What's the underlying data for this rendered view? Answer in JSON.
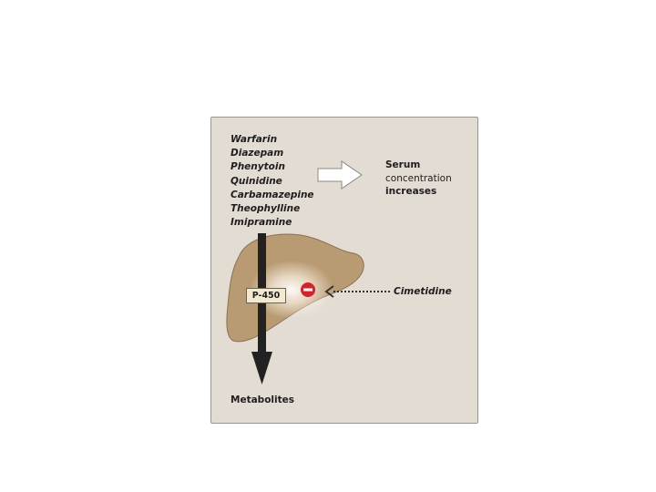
{
  "diagram": {
    "substrates": [
      "Warfarin",
      "Diazepam",
      "Phenytoin",
      "Quinidine",
      "Carbamazepine",
      "Theophylline",
      "Imipramine"
    ],
    "result": {
      "line1": "Serum",
      "line2": "concentration",
      "line3": "increases"
    },
    "enzyme": "P-450",
    "inhibitor": "Cimetidine",
    "output": "Metabolites",
    "inhibition_symbol": "minus-sign-icon"
  },
  "colors": {
    "panel_background": "#e3dcd3",
    "liver_fill": "#b99b73",
    "arrow_dark": "#222222",
    "inhibition_red": "#d8202a",
    "enzyme_box": "#f2ead0"
  }
}
